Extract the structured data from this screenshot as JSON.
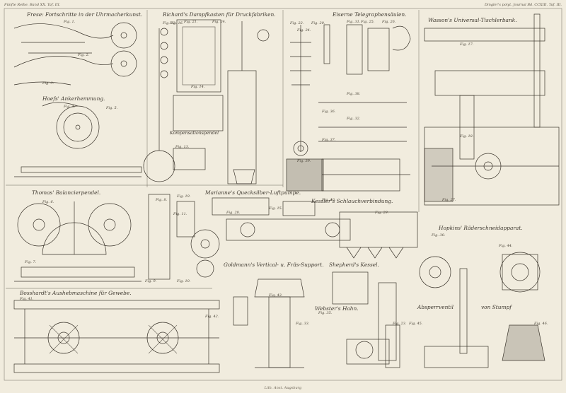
{
  "header": {
    "left": "Fünfte Reihe. Band XX. Taf. III.",
    "right": "Dingler's polyt. Journal Bd. CCXIII. Taf. III."
  },
  "sections": {
    "frese": "Frese: Fortschritte in der Uhrmacherkunst.",
    "richard": "Richard's Dampfkasten für Druckfabriken.",
    "telegraph": "Eiserne Telegraphensäulen.",
    "wasson": "Wasson's Universal-Tischlerbank.",
    "hoefs": "Hoefs' Ankerhemmung.",
    "thomas": "Thomas' Balancierpendel.",
    "kompensationspendel": "Kompensationspendel",
    "mariannes": "Marianne's Quecksilber-Luftpumpe.",
    "kessler": "Kessler's Schlauchverbindung.",
    "hopkins": "Hopkins' Räderschneidapparat.",
    "goldmann": "Goldmann's Vertical- u. Fräs-Support.",
    "shepherd": "Shepherd's Kessel.",
    "bosshardt": "Bosshardt's Aushebmaschine für Gewebe.",
    "webster": "Webster's Hahn.",
    "absperrventil": "Absperrventil",
    "stumpf": "von Stumpf"
  },
  "figures": [
    {
      "id": "f1",
      "label": "Fig. 1."
    },
    {
      "id": "f2",
      "label": "Fig. 2."
    },
    {
      "id": "f3",
      "label": "Fig. 3."
    },
    {
      "id": "f4",
      "label": "Fig. 4."
    },
    {
      "id": "f5",
      "label": "Fig. 5."
    },
    {
      "id": "f6",
      "label": "Fig. 6."
    },
    {
      "id": "f7",
      "label": "Fig. 7."
    },
    {
      "id": "f8",
      "label": "Fig. 8."
    },
    {
      "id": "f9",
      "label": "Fig. 9."
    },
    {
      "id": "f10",
      "label": "Fig. 10."
    },
    {
      "id": "f11",
      "label": "Fig. 11."
    },
    {
      "id": "f12",
      "label": "Fig. 12."
    },
    {
      "id": "f13",
      "label": "Fig. 13."
    },
    {
      "id": "f14",
      "label": "Fig. 14."
    },
    {
      "id": "f15",
      "label": "Fig. 15."
    },
    {
      "id": "f16",
      "label": "Fig. 16."
    },
    {
      "id": "f17",
      "label": "Fig. 17."
    },
    {
      "id": "f18",
      "label": "Fig. 18."
    },
    {
      "id": "f19",
      "label": "Fig. 19."
    },
    {
      "id": "f20",
      "label": "Fig. 20."
    },
    {
      "id": "f21",
      "label": "Fig. 21."
    },
    {
      "id": "f22",
      "label": "Fig. 22."
    },
    {
      "id": "f23",
      "label": "Fig. 23."
    },
    {
      "id": "f24",
      "label": "Fig. 24."
    },
    {
      "id": "f25",
      "label": "Fig. 25."
    },
    {
      "id": "f26",
      "label": "Fig. 26."
    },
    {
      "id": "f27",
      "label": "Fig. 27."
    },
    {
      "id": "f28",
      "label": "Fig. 28."
    },
    {
      "id": "f29",
      "label": "Fig. 29."
    },
    {
      "id": "f30",
      "label": "Fig. 30."
    },
    {
      "id": "f31",
      "label": "Fig. 31."
    },
    {
      "id": "f32",
      "label": "Fig. 32."
    },
    {
      "id": "f33",
      "label": "Fig. 33."
    },
    {
      "id": "f34",
      "label": "Fig. 34."
    },
    {
      "id": "f35",
      "label": "Fig. 35."
    },
    {
      "id": "f36",
      "label": "Fig. 36."
    },
    {
      "id": "f37",
      "label": "Fig. 37."
    },
    {
      "id": "f38",
      "label": "Fig. 38."
    },
    {
      "id": "f39",
      "label": "Fig. 39."
    },
    {
      "id": "f40",
      "label": "Fig. 40."
    },
    {
      "id": "f41",
      "label": "Fig. 41."
    },
    {
      "id": "f42",
      "label": "Fig. 42."
    },
    {
      "id": "f43",
      "label": "Fig. 43."
    },
    {
      "id": "f44",
      "label": "Fig. 44."
    },
    {
      "id": "f45",
      "label": "Fig. 45."
    },
    {
      "id": "f46",
      "label": "Fig. 46."
    }
  ],
  "footer": "Lith. Anst. Augsburg",
  "colors": {
    "paper": "#f1ecde",
    "ink": "#3b352c",
    "pencil": "#7c84a0"
  }
}
